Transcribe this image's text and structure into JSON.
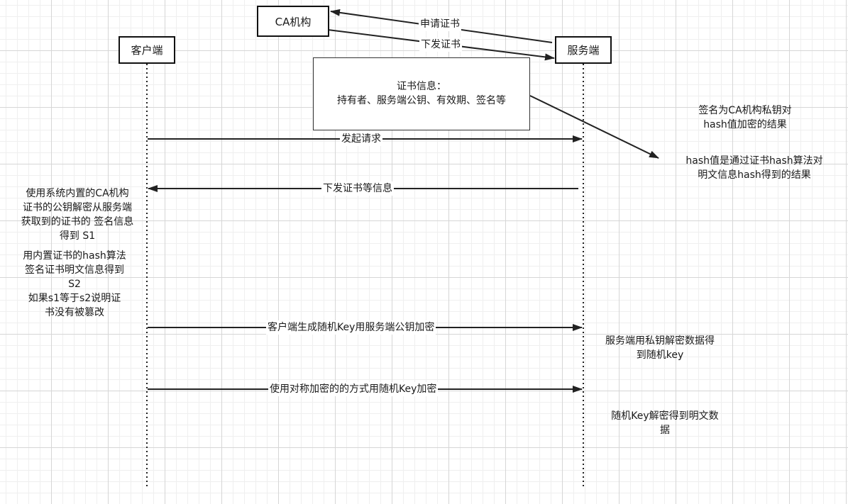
{
  "participants": {
    "ca": "CA机构",
    "client": "客户端",
    "server": "服务端"
  },
  "certificate": {
    "title": "证书信息：",
    "content": "持有者、服务端公钥、有效期、签名等"
  },
  "messages": {
    "apply_cert": "申请证书",
    "issue_cert": "下发证书",
    "initiate_request": "发起请求",
    "send_cert_info": "下发证书等信息",
    "send_random_key": "客户端生成随机Key用服务端公钥加密",
    "symmetric_encrypt": "使用对称加密的的方式用随机Key加密"
  },
  "notes": {
    "signature": "签名为CA机构私钥对\nhash值加密的结果",
    "hash": "hash值是通过证书hash算法对\n明文信息hash得到的结果",
    "client_verify_s1": "使用系统内置的CA机构\n证书的公钥解密从服务端\n获取到的证书的 签名信息\n得到 S1",
    "client_verify_s2": "用内置证书的hash算法\n签名证书明文信息得到\nS2\n如果s1等于s2说明证\n书没有被篡改",
    "server_decrypt_key": "服务端用私钥解密数据得\n到随机key",
    "random_key_decrypt": "随机Key解密得到明文数\n据"
  }
}
